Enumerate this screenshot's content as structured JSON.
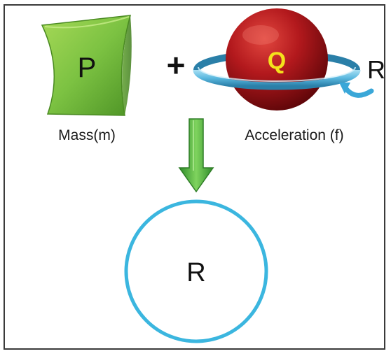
{
  "mass": {
    "symbol": "P",
    "caption": "Mass(m)",
    "color": "#7cc242"
  },
  "operator": "+",
  "acceleration": {
    "symbol": "Q",
    "caption": "Acceleration (f)",
    "ring_symbol": "R",
    "sphere_color": "#a8161a",
    "ring_color": "#5bb9e0"
  },
  "result": {
    "symbol": "R",
    "circle_color": "#3bb6df"
  },
  "arrow": {
    "color": "#4cb93f"
  }
}
